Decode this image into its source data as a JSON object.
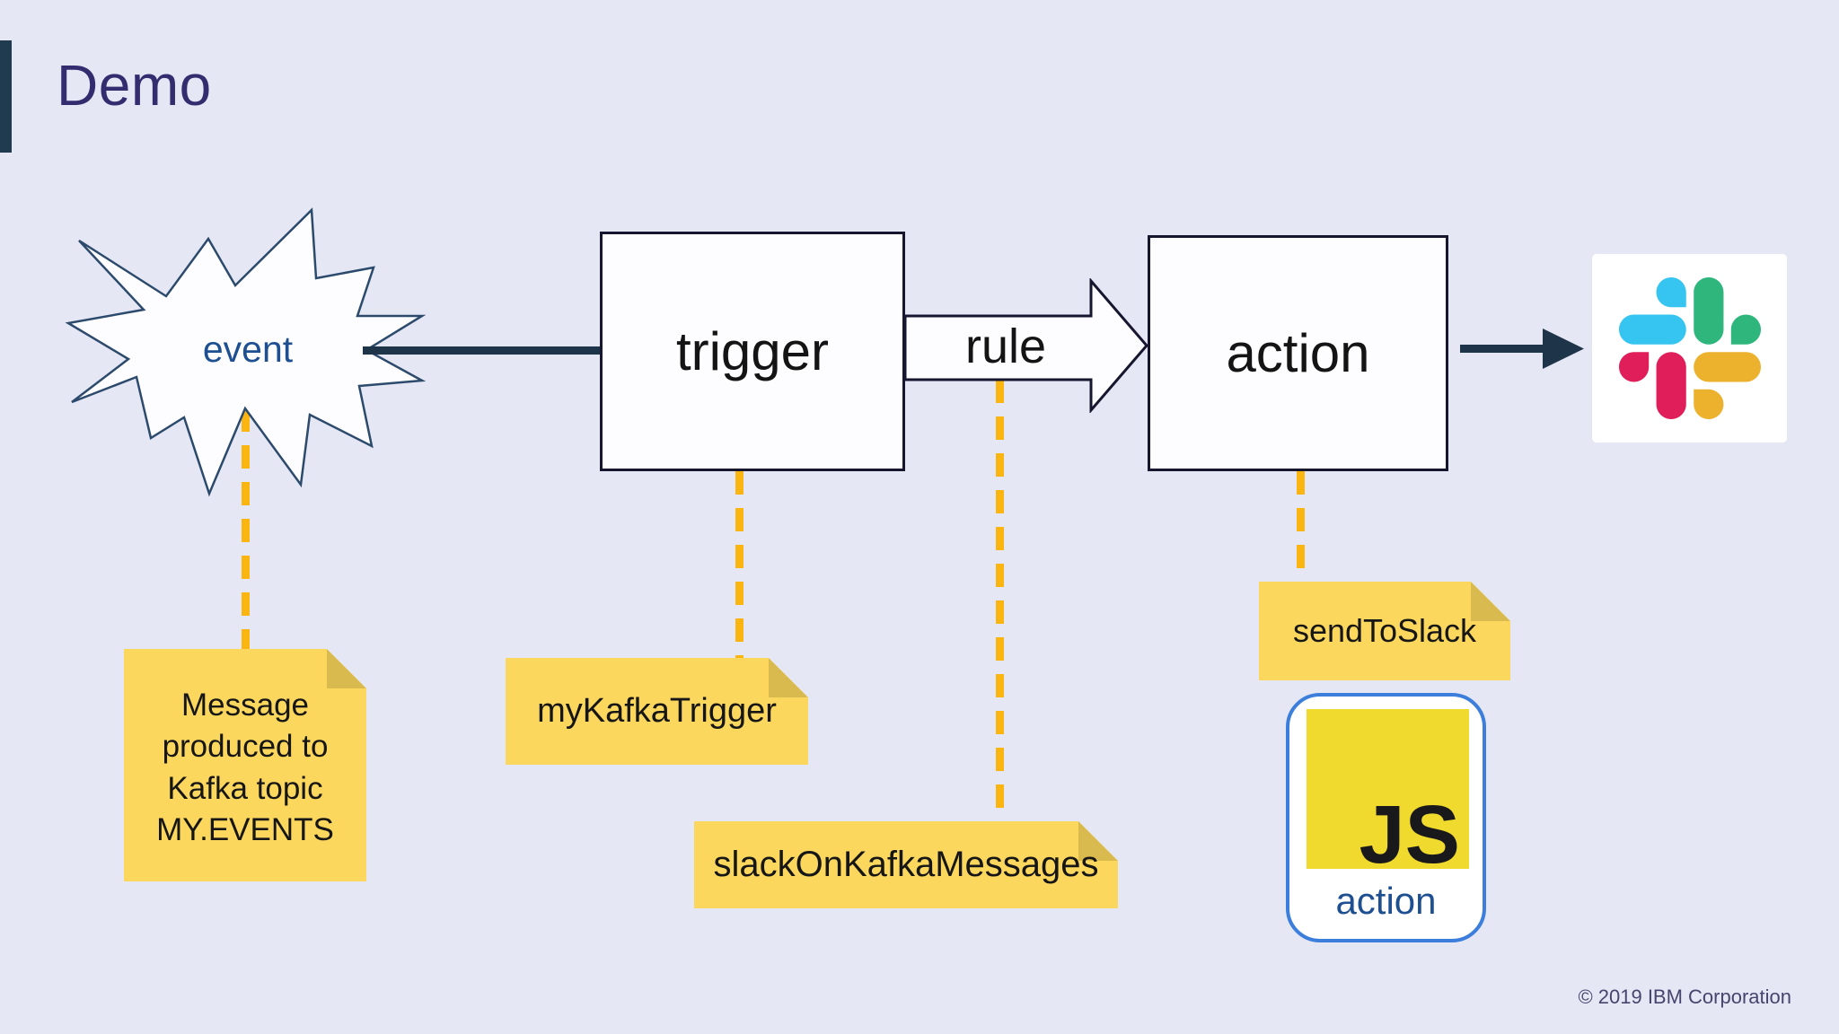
{
  "slide": {
    "title": "Demo",
    "copyright": "© 2019 IBM Corporation"
  },
  "diagram": {
    "event": {
      "label": "event"
    },
    "trigger": {
      "label": "trigger"
    },
    "rule": {
      "label": "rule"
    },
    "action": {
      "label": "action"
    },
    "notes": {
      "event_note": "Message produced to Kafka topic MY.EVENTS",
      "trigger_note": "myKafkaTrigger",
      "rule_note": "slackOnKafkaMessages",
      "action_note": "sendToSlack"
    },
    "js_card": {
      "badge": "JS",
      "label": "action"
    },
    "icons": {
      "slack": "slack-logo",
      "js": "js-logo",
      "event_shape": "starburst-icon",
      "flow_arrow": "arrow-right-icon"
    }
  },
  "colors": {
    "background": "#e6e7f5",
    "accent_bar": "#203a50",
    "title_text": "#332c6e",
    "connector_navy": "#1d3449",
    "box_border": "#16162e",
    "note_yellow": "#fbd75e",
    "note_fold": "#d9ba4e",
    "dash_gold": "#fbb511",
    "event_blue_text": "#1d4f91",
    "js_yellow": "#f0da2e",
    "js_card_border": "#3c7edb",
    "slack_blue": "#36C5F0",
    "slack_green": "#2EB67D",
    "slack_red": "#E01E5A",
    "slack_gold": "#ECB22E"
  }
}
